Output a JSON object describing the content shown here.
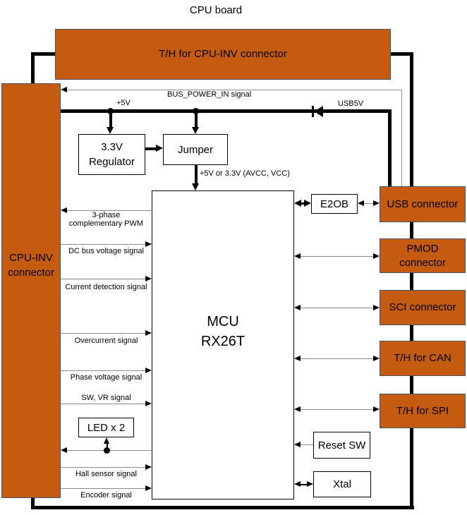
{
  "title": "CPU board",
  "colors": {
    "block_fill_orange": "#C55A11",
    "block_border_blue": "#44546A",
    "signal_line_gray": "#8C8C8C",
    "line_black": "#000000"
  },
  "blocks": {
    "th_cpu_inv": "T/H for CPU-INV connector",
    "cpu_inv_line1": "CPU-INV",
    "cpu_inv_line2": "connector",
    "regulator_line1": "3.3V",
    "regulator_line2": "Regulator",
    "jumper": "Jumper",
    "mcu_line1": "MCU",
    "mcu_line2": "RX26T",
    "e2ob": "E2OB",
    "usb": "USB connector",
    "pmod_line1": "PMOD",
    "pmod_line2": "connector",
    "sci": "SCI connector",
    "th_can": "T/H for CAN",
    "th_spi": "T/H for SPI",
    "reset_sw": "Reset SW",
    "xtal": "Xtal",
    "led": "LED x 2"
  },
  "power": {
    "bus_power_in": "BUS_POWER_IN signal",
    "plus5v": "+5V",
    "usb5v": "USB5V",
    "avcc": "+5V or 3.3V (AVCC, VCC)"
  },
  "signals": [
    {
      "lines": [
        "3-phase",
        "complementary PWM"
      ],
      "direction": "mcu-to-connector"
    },
    {
      "lines": [
        "DC bus voltage signal"
      ],
      "direction": "connector-to-mcu"
    },
    {
      "lines": [
        "Current detection signal"
      ],
      "direction": "connector-to-mcu"
    },
    {
      "lines": [
        "Overcurrent signal"
      ],
      "direction": "connector-to-mcu"
    },
    {
      "lines": [
        "Phase voltage signal"
      ],
      "direction": "connector-to-mcu"
    },
    {
      "lines": [
        "SW, VR signal"
      ],
      "direction": "connector-to-mcu"
    },
    {
      "lines": [
        "Hall sensor signal"
      ],
      "direction": "connector-to-mcu"
    },
    {
      "lines": [
        "Encoder signal"
      ],
      "direction": "connector-to-mcu"
    }
  ]
}
